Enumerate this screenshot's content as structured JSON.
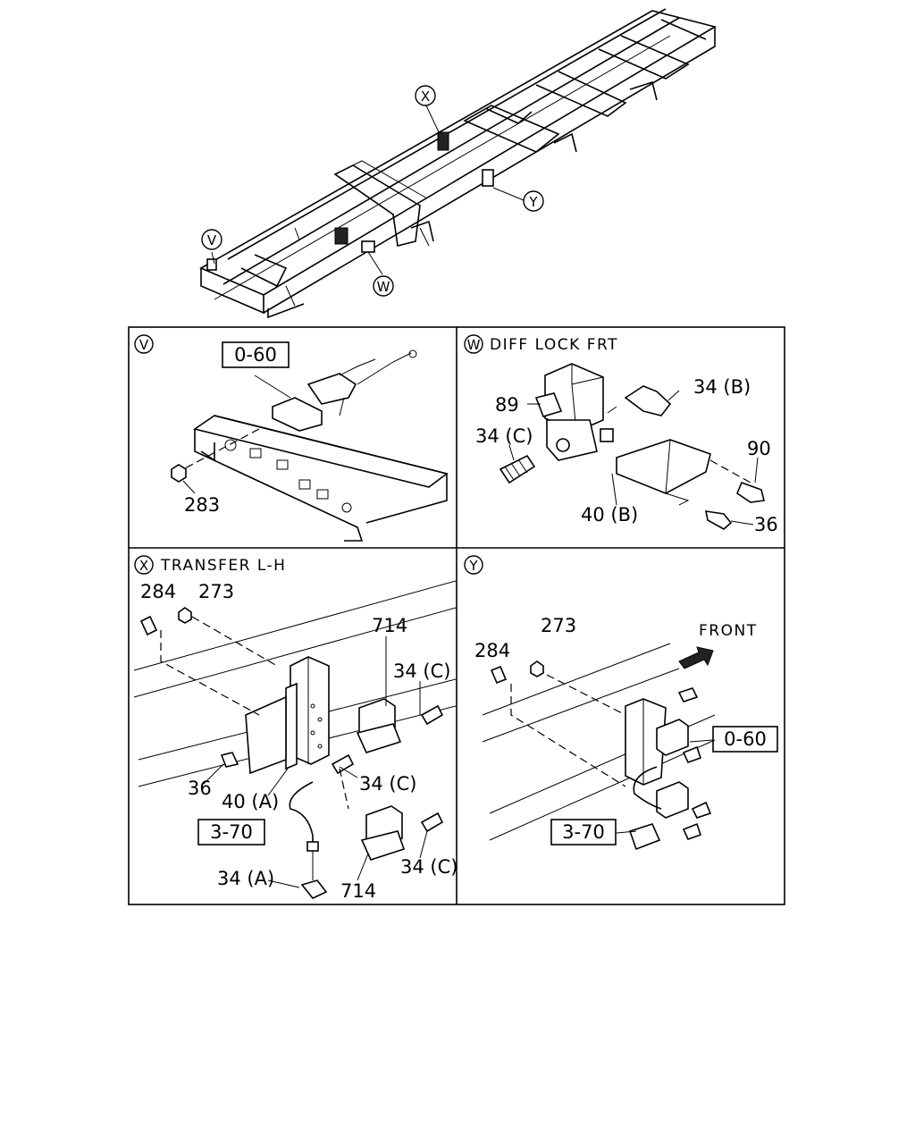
{
  "overview": {
    "callouts": [
      "X",
      "Y",
      "V",
      "W"
    ]
  },
  "panels": {
    "v": {
      "marker": "V",
      "title": "",
      "ref_box": "0-60",
      "labels": [
        "283"
      ]
    },
    "w": {
      "marker": "W",
      "title": "DIFF LOCK FRT",
      "labels": [
        "89",
        "34 (B)",
        "34 (C)",
        "90",
        "40 (B)",
        "36"
      ]
    },
    "x": {
      "marker": "X",
      "title": "TRANSFER L-H",
      "ref_box": "3-70",
      "labels": [
        "284",
        "273",
        "714",
        "34 (C)",
        "36",
        "40 (A)",
        "34 (C)",
        "34 (A)",
        "714",
        "34 (C)"
      ]
    },
    "y": {
      "marker": "Y",
      "title": "",
      "front_label": "FRONT",
      "ref_box_top": "0-60",
      "ref_box_bottom": "3-70",
      "labels": [
        "284",
        "273"
      ]
    }
  }
}
